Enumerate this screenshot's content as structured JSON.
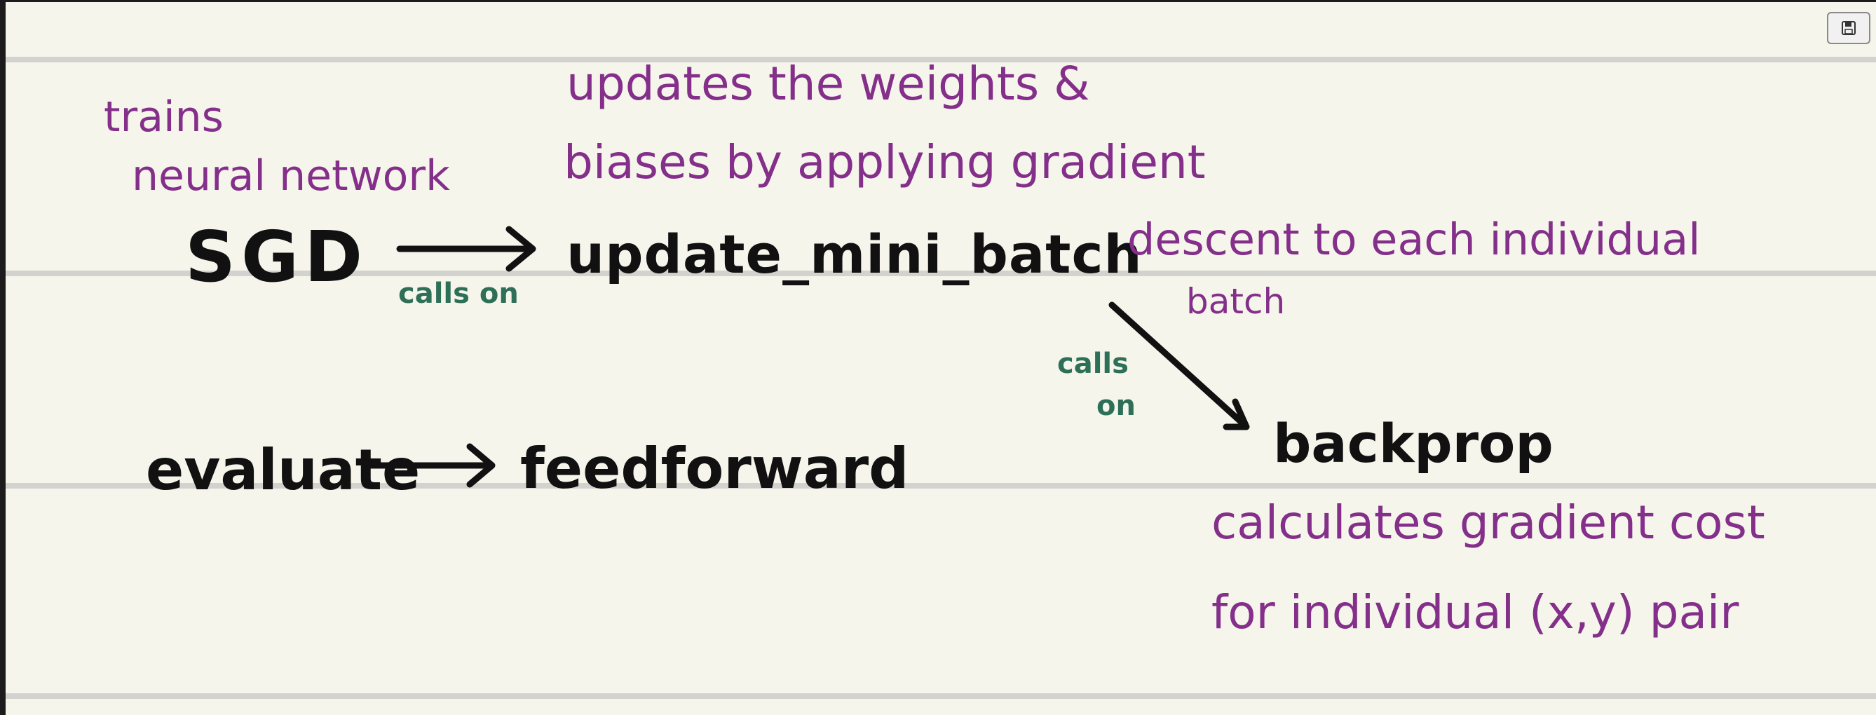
{
  "toolbar": {
    "save_icon": "floppy-disk-icon"
  },
  "colors": {
    "paper": "#f6f5ec",
    "rule": "#d2d2cf",
    "ink_black": "#111111",
    "ink_purple": "#842f8a",
    "ink_green": "#2e6f58"
  },
  "nodes": {
    "sgd": "SGD",
    "update_mini_batch": "update_mini_batch",
    "backprop": "backprop",
    "evaluate": "evaluate",
    "feedforward": "feedforward"
  },
  "edges": {
    "sgd_to_update": "calls on",
    "update_to_backprop_line1": "calls",
    "update_to_backprop_line2": "on"
  },
  "notes": {
    "sgd_line1": "trains",
    "sgd_line2": "neural network",
    "update_line1": "updates the weights &",
    "update_line2": "biases by applying gradient",
    "update_line3": "descent to each individual",
    "update_line4": "batch",
    "backprop_line1": "calculates gradient cost",
    "backprop_line2": "for individual (x,y) pair"
  }
}
